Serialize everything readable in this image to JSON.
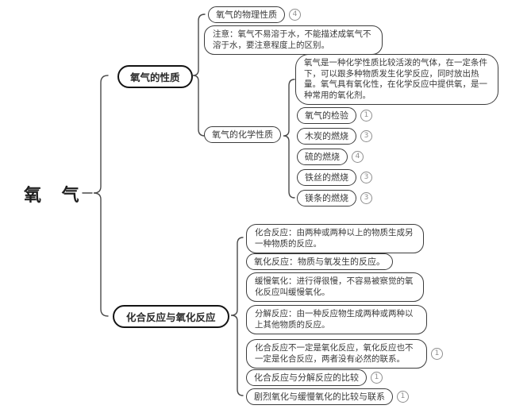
{
  "root": {
    "label": "氧 气"
  },
  "branch1": {
    "label": "氧气的性质",
    "children": {
      "physical": {
        "label": "氧气的物理性质",
        "badge": "4"
      },
      "note": {
        "label": "注意：氧气不易溶于水，不能描述成氧气不溶于水，要注意程度上的区别。"
      },
      "chemical": {
        "label": "氧气的化学性质",
        "desc": "氧气是一种化学性质比较活泼的气体，在一定条件下，可以跟多种物质发生化学反应，同时放出热量。氧气具有氧化性，在化学反应中提供氧，是一种常用的氧化剂。",
        "items": [
          {
            "label": "氧气的检验",
            "badge": "1"
          },
          {
            "label": "木炭的燃烧",
            "badge": "3"
          },
          {
            "label": "硫的燃烧",
            "badge": "4"
          },
          {
            "label": "铁丝的燃烧",
            "badge": "3"
          },
          {
            "label": "镁条的燃烧",
            "badge": "3"
          }
        ]
      }
    }
  },
  "branch2": {
    "label": "化合反应与氧化反应",
    "items": [
      {
        "label": "化合反应：由两种或两种以上的物质生成另一种物质的反应。"
      },
      {
        "label": "氧化反应：物质与氧发生的反应。"
      },
      {
        "label": "缓慢氧化：进行得很慢，不容易被察觉的氧化反应叫缓慢氧化。"
      },
      {
        "label": "分解反应：由一种反应物生成两种或两种以上其他物质的反应。"
      },
      {
        "label": "化合反应不一定是氧化反应，氧化反应也不一定是化合反应，两者没有必然的联系。",
        "badge": "1"
      },
      {
        "label": "化合反应与分解反应的比较",
        "badge": "1"
      },
      {
        "label": "剧烈氧化与缓慢氧化的比较与联系",
        "badge": "1"
      }
    ]
  },
  "colors": {
    "node_border": "#3c3c3c",
    "main_topic_border": "#141414",
    "badge_gray": "#8f8f8f",
    "connector": "#4a4a4a",
    "background": "#ffffff"
  }
}
